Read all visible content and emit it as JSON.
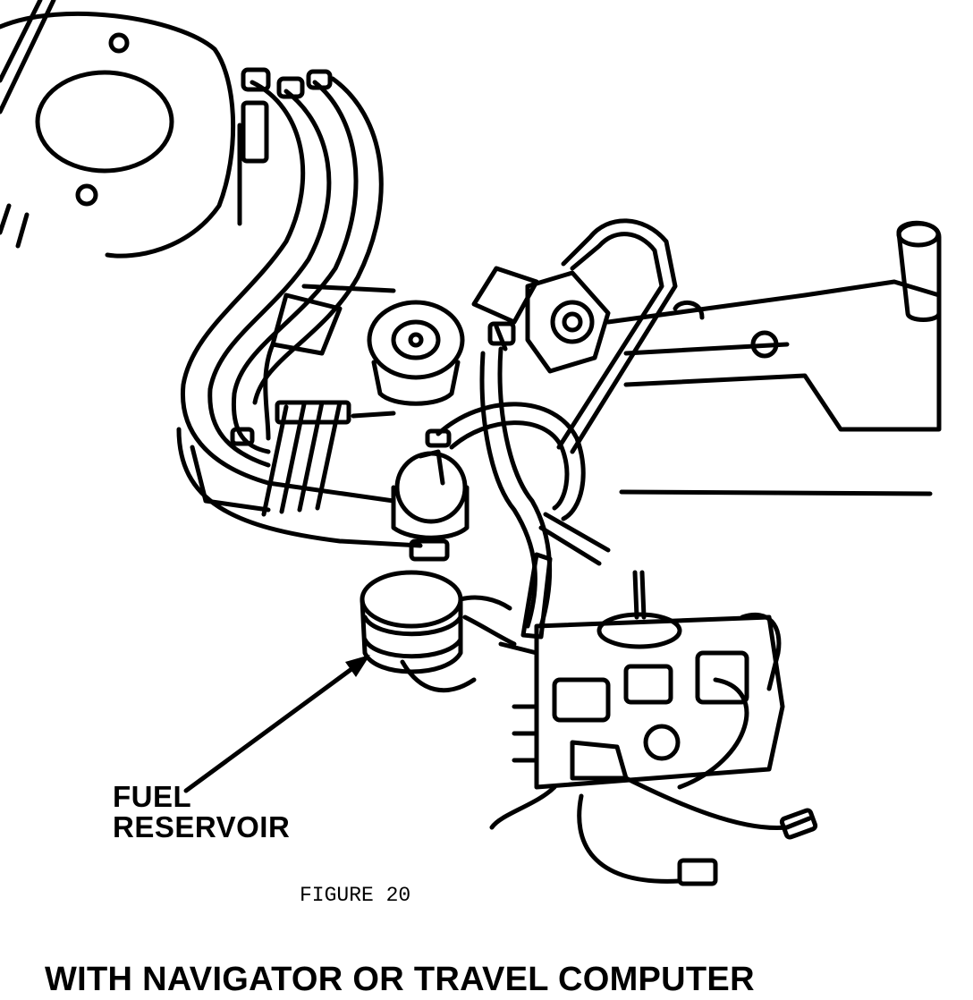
{
  "diagram": {
    "callout": {
      "line1": "FUEL",
      "line2": "RESERVOIR"
    },
    "figure_caption": "FIGURE 20",
    "heading": "WITH NAVIGATOR OR TRAVEL COMPUTER"
  },
  "colors": {
    "ink": "#000000",
    "paper": "#ffffff"
  }
}
